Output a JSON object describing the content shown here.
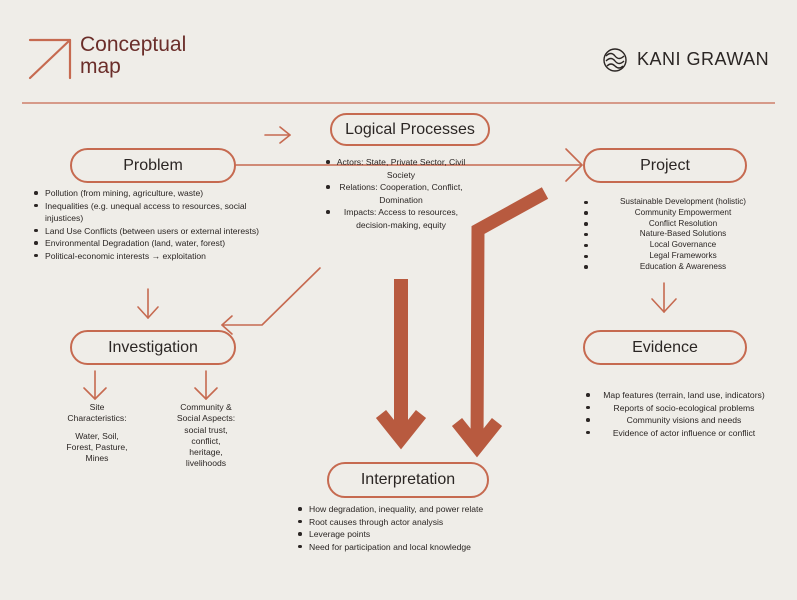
{
  "header": {
    "title_line1": "Conceptual",
    "title_line2": "map",
    "brand": "KANI GRAWAN"
  },
  "colors": {
    "accent": "#c66a50",
    "arrow": "#b85a3f",
    "background": "#efede8",
    "text": "#2b2624"
  },
  "nodes": {
    "problem": {
      "label": "Problem",
      "items": [
        "Pollution (from mining, agriculture, waste)",
        "Inequalities (e.g. unequal access to resources, social injustices)",
        "Land Use Conflicts (between users or external interests)",
        "Environmental Degradation (land, water, forest)",
        "Political-economic interests → exploitation"
      ]
    },
    "logical_processes": {
      "label": "Logical Processes",
      "items": [
        "Actors: State, Private Sector, Civil Society",
        "Relations: Cooperation, Conflict, Domination",
        "Impacts: Access to resources, decision-making, equity"
      ]
    },
    "project": {
      "label": "Project",
      "items": [
        "Sustainable Development (holistic)",
        "Community Empowerment",
        "Conflict Resolution",
        "Nature-Based Solutions",
        "Local Governance",
        "Legal Frameworks",
        "Education & Awareness"
      ]
    },
    "investigation": {
      "label": "Investigation",
      "site": {
        "title_line1": "Site",
        "title_line2": "Characteristics:",
        "body_line1": "Water, Soil,",
        "body_line2": "Forest, Pasture,",
        "body_line3": "Mines"
      },
      "community": {
        "title_line1": "Community &",
        "title_line2": "Social Aspects:",
        "body_line1": "social trust,",
        "body_line2": "conflict,",
        "body_line3": "heritage,",
        "body_line4": "livelihoods"
      }
    },
    "evidence": {
      "label": "Evidence",
      "items": [
        "Map features (terrain, land use, indicators)",
        "Reports of socio-ecological problems",
        "Community visions and needs",
        "Evidence of actor influence or conflict"
      ]
    },
    "interpretation": {
      "label": "Interpretation",
      "items": [
        "How degradation, inequality, and power relate",
        "Root causes through actor analysis",
        "Leverage points",
        "Need for participation and local knowledge"
      ]
    }
  }
}
